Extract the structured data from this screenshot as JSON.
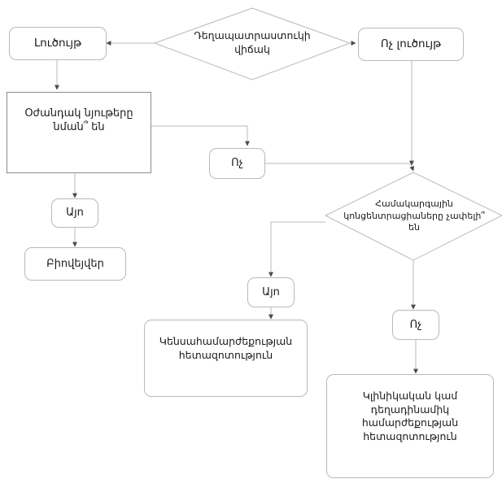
{
  "diagram": {
    "title": "Bioequivalence decision flowchart",
    "language": "hy",
    "stroke_color": "#b9b9b9",
    "rect_stroke_color": "#8c8c8c",
    "arrow_color": "#4a4a4a",
    "text_color": "#1a1a1a",
    "background": "#ffffff"
  },
  "nodes": {
    "solution": {
      "label": "Լուծույթ",
      "shape": "rounded-rect"
    },
    "state_decision": {
      "label": "Դեղապատրաստուկի\nվիճակ",
      "shape": "diamond"
    },
    "not_solution": {
      "label": "Ոչ լուծույթ",
      "shape": "rounded-rect"
    },
    "excipients": {
      "label": "Օժանդակ նյութերը\nնման՞ են",
      "shape": "rect"
    },
    "no_1": {
      "label": "Ոչ",
      "shape": "rounded-rect"
    },
    "yes_1": {
      "label": "Այո",
      "shape": "rounded-rect"
    },
    "biowaiver": {
      "label": "Բիովեյվեր",
      "shape": "rounded-rect"
    },
    "systemic_decision": {
      "label": "Համակարգային\nկոնցենտրացիաները չափելի՞\nեն",
      "shape": "diamond"
    },
    "yes_2": {
      "label": "Այո",
      "shape": "rounded-rect"
    },
    "no_2": {
      "label": "Ոչ",
      "shape": "rounded-rect"
    },
    "bioequivalence_study": {
      "label": "Կենսահամարժեքության\nհետազոտություն",
      "shape": "rounded-rect"
    },
    "clinical_study": {
      "label": "Կլինիկական կամ\nդեղադինամիկ\nհամարժեքության\nհետազոտություն",
      "shape": "rounded-rect"
    }
  },
  "edges": [
    {
      "from": "state_decision",
      "to": "solution",
      "label": ""
    },
    {
      "from": "state_decision",
      "to": "not_solution",
      "label": ""
    },
    {
      "from": "solution",
      "to": "excipients",
      "label": ""
    },
    {
      "from": "excipients",
      "to": "no_1",
      "label": ""
    },
    {
      "from": "excipients",
      "to": "yes_1",
      "label": ""
    },
    {
      "from": "yes_1",
      "to": "biowaiver",
      "label": ""
    },
    {
      "from": "no_1",
      "to": "systemic_decision",
      "label": ""
    },
    {
      "from": "not_solution",
      "to": "systemic_decision",
      "label": ""
    },
    {
      "from": "systemic_decision",
      "to": "yes_2",
      "label": ""
    },
    {
      "from": "systemic_decision",
      "to": "no_2",
      "label": ""
    },
    {
      "from": "yes_2",
      "to": "bioequivalence_study",
      "label": ""
    },
    {
      "from": "no_2",
      "to": "clinical_study",
      "label": ""
    }
  ]
}
